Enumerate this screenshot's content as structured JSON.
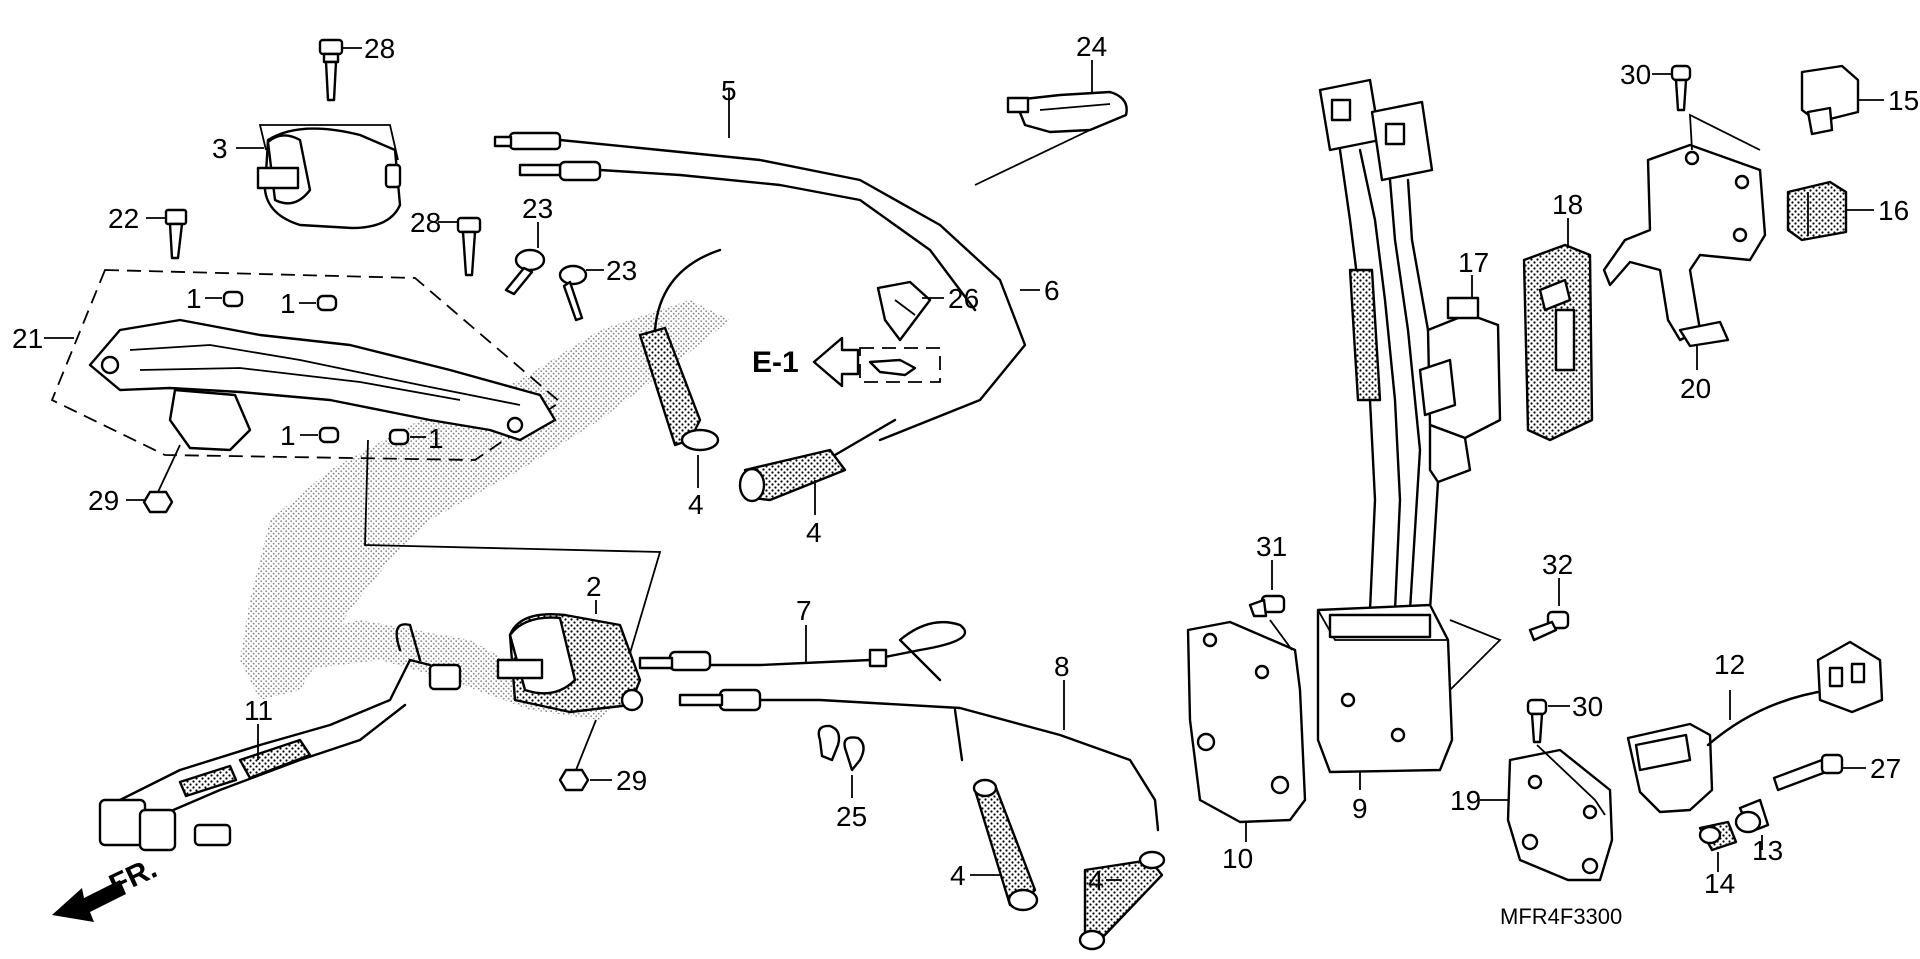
{
  "diagram": {
    "code": "MFR4F3300",
    "front_label": "FR.",
    "ref_label": "E-1",
    "callouts": {
      "c28a": "28",
      "c3": "3",
      "c22": "22",
      "c28b": "28",
      "c23a": "23",
      "c23b": "23",
      "c1a": "1",
      "c1b": "1",
      "c1c": "1",
      "c1d": "1",
      "c21": "21",
      "c29a": "29",
      "c5": "5",
      "c24": "24",
      "c6": "6",
      "c26": "26",
      "c4a": "4",
      "c4b": "4",
      "c2": "2",
      "c7": "7",
      "c8": "8",
      "c11": "11",
      "c29b": "29",
      "c25": "25",
      "c4c": "4",
      "c4d": "4",
      "c31": "31",
      "c9": "9",
      "c10": "10",
      "c32": "32",
      "c17": "17",
      "c18": "18",
      "c30a": "30",
      "c15": "15",
      "c16": "16",
      "c20": "20",
      "c30b": "30",
      "c19": "19",
      "c12": "12",
      "c27": "27",
      "c13": "13",
      "c14": "14"
    }
  }
}
